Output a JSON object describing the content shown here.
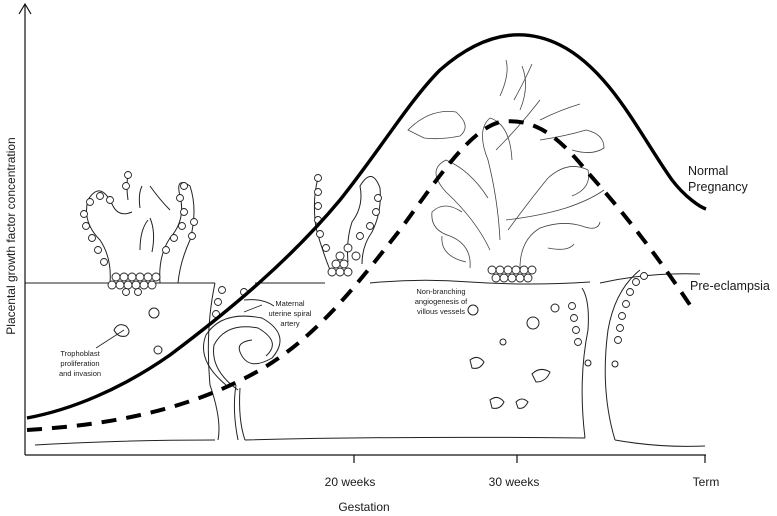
{
  "figure": {
    "y_axis_label": "Placental growth factor concentration",
    "x_axis_label": "Gestation",
    "ticks": [
      "20 weeks",
      "30 weeks",
      "Term"
    ],
    "curves": {
      "normal_line1": "Normal",
      "normal_line2": "Pregnancy",
      "preeclampsia": "Pre-eclampsia"
    },
    "annotations": {
      "trophoblast": [
        "Trophoblast",
        "proliferation",
        "and invasion"
      ],
      "spiral_artery": [
        "Maternal",
        "uterine spiral",
        "artery"
      ],
      "angiogenesis": [
        "Non-branching",
        "angiogenesis of",
        "villous vessels"
      ]
    }
  }
}
